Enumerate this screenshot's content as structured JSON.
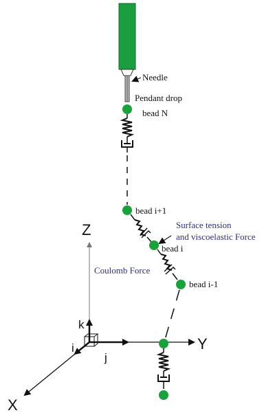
{
  "labels": {
    "needle": "Needle",
    "pendant_drop": "Pendant drop",
    "bead_n": "bead N",
    "bead_i_plus_1": "bead i+1",
    "bead_i": "bead i",
    "bead_i_minus_1": "bead i-1",
    "surface_tension_line1": "Surface tension",
    "surface_tension_line2": "and viscoelastic Force",
    "coulomb_force": "Coulomb Force"
  },
  "axes": {
    "x": "X",
    "y": "Y",
    "z": "Z",
    "i": "i",
    "j": "j",
    "k": "k"
  },
  "colors": {
    "needle_green": "#1a9e3f",
    "bead_green": "#18a23a",
    "force_blue": "#2e2e8a",
    "ink": "#111111"
  }
}
